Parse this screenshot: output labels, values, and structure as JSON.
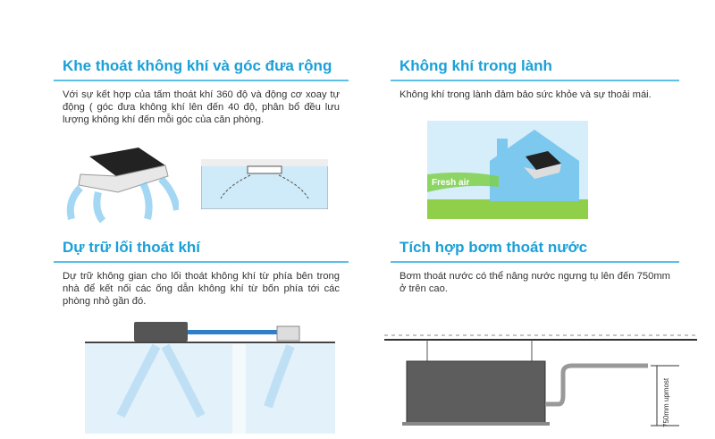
{
  "sections": [
    {
      "title": "Khe thoát không khí và góc đưa rộng",
      "body": "Với sự kết hợp của tấm thoát khí 360 độ và động cơ xoay tự động ( góc đưa không khí lên đến 40 độ, phân bổ đều lưu lượng không khí đến mỗi góc của căn phòng."
    },
    {
      "title": "Không khí trong lành",
      "body": "Không khí trong lành đảm bảo sức khỏe và sự thoải mái."
    },
    {
      "title": "Dự trữ lối thoát khí",
      "body": "Dự trữ không gian cho lối thoát không khí từ phía bên trong nhà để kết nối các ống dẫn không khí từ bốn phía tới các phòng nhỏ gần đó."
    },
    {
      "title": "Tích hợp bơm thoát nước",
      "body": "Bơm thoát nước có thể nâng nước ngưng tụ lên đến 750mm ở trên cao."
    }
  ],
  "illustrations": {
    "fresh_air_label": "Fresh air",
    "height_label": "750mm upmost"
  },
  "colors": {
    "accent": "#1aa0d8",
    "rule": "#5bbfe6"
  }
}
